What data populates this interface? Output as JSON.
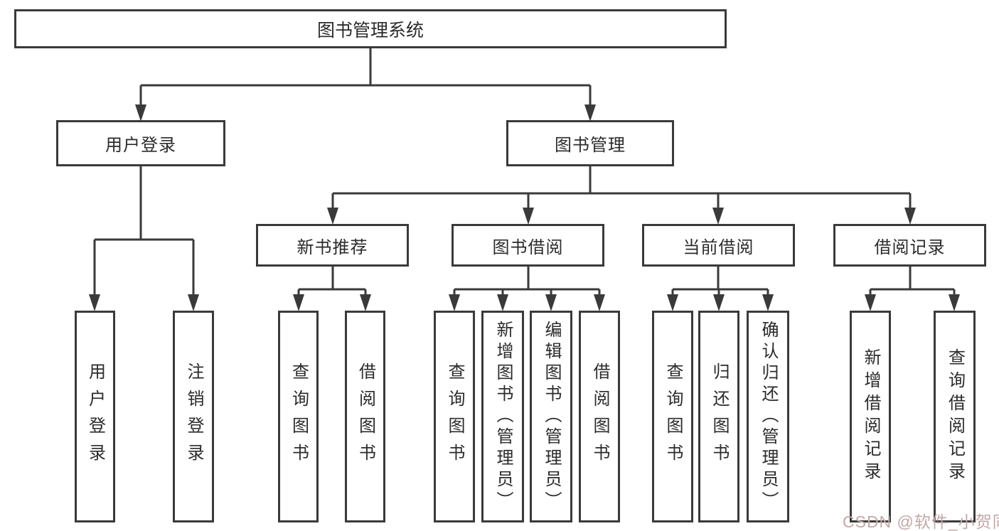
{
  "diagram": {
    "tree": {
      "label": "图书管理系统",
      "children": [
        {
          "label": "用户登录",
          "children": [
            {
              "label": "用户登录"
            },
            {
              "label": "注销登录"
            }
          ]
        },
        {
          "label": "图书管理",
          "children": [
            {
              "label": "新书推荐",
              "children": [
                {
                  "label": "查询图书"
                },
                {
                  "label": "借阅图书"
                }
              ]
            },
            {
              "label": "图书借阅",
              "children": [
                {
                  "label": "查询图书"
                },
                {
                  "label": "新增图书（管理员）"
                },
                {
                  "label": "编辑图书（管理员）"
                },
                {
                  "label": "借阅图书"
                }
              ]
            },
            {
              "label": "当前借阅",
              "children": [
                {
                  "label": "查询图书"
                },
                {
                  "label": "归还图书"
                },
                {
                  "label": "确认归还（管理员）"
                }
              ]
            },
            {
              "label": "借阅记录",
              "children": [
                {
                  "label": "新增借阅记录"
                },
                {
                  "label": "查询借阅记录"
                }
              ]
            }
          ]
        }
      ]
    },
    "colors": {
      "line": "#3a3a3a",
      "text": "#2b2b2b",
      "watermark": "#c4a8a8"
    },
    "watermark": "CSDN @软件_小贺同学"
  }
}
